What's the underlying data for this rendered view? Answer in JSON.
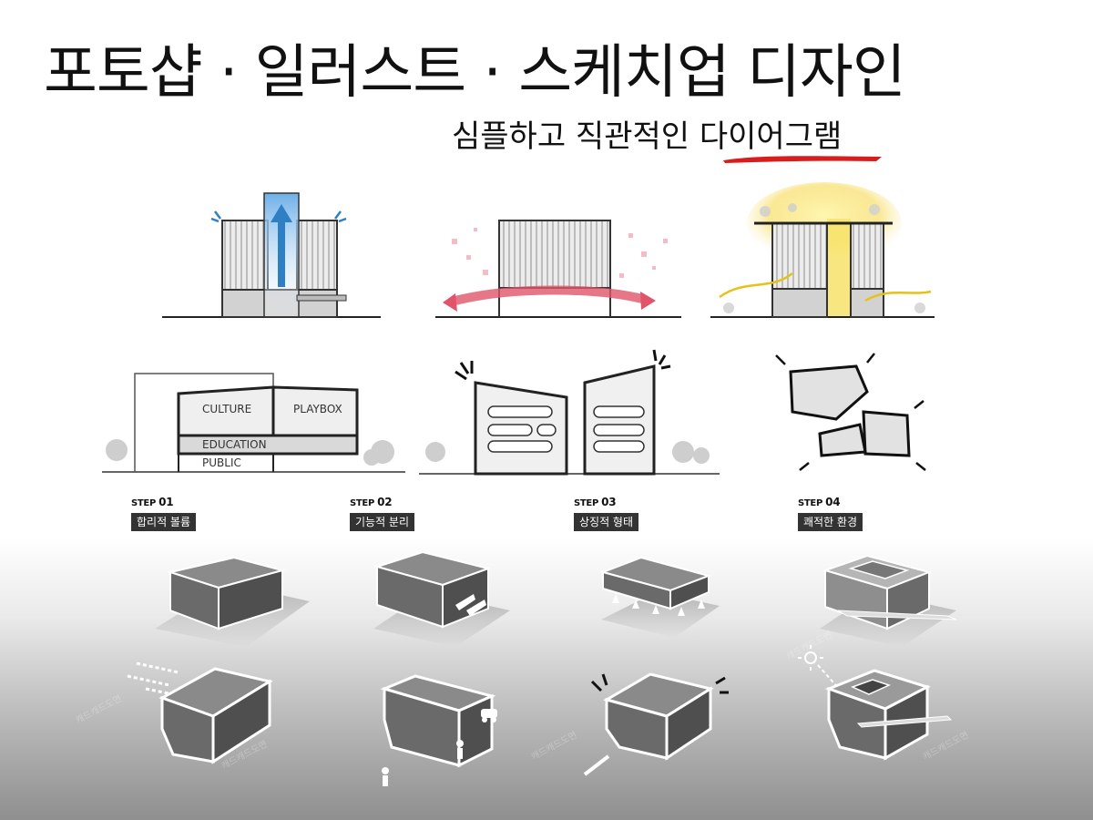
{
  "title": "포토샵 · 일러스트 · 스케치업 디자인",
  "subtitle": "심플하고 직관적인 다이어그램",
  "section_labels": {
    "culture": "CULTURE",
    "playbox": "PLAYBOX",
    "education": "EDUCATION",
    "public": "PUBLIC"
  },
  "steps": [
    {
      "step_text": "STEP",
      "number": "01",
      "label": "합리적 볼륨"
    },
    {
      "step_text": "STEP",
      "number": "02",
      "label": "기능적 분리"
    },
    {
      "step_text": "STEP",
      "number": "03",
      "label": "상징적 형태"
    },
    {
      "step_text": "STEP",
      "number": "04",
      "label": "쾌적한 환경"
    }
  ],
  "watermark": "캐드캐드도면",
  "colors": {
    "accent_red": "#d91c1c",
    "arrow_blue": "#2e7fc4",
    "sun_yellow": "#f5d64a",
    "wind_pink": "#e0556a",
    "box_dark": "#5a5a5a"
  },
  "icons": [
    "up-arrow-icon",
    "sun-icon",
    "car-icon",
    "pedestrian-icon",
    "tree-icon"
  ]
}
